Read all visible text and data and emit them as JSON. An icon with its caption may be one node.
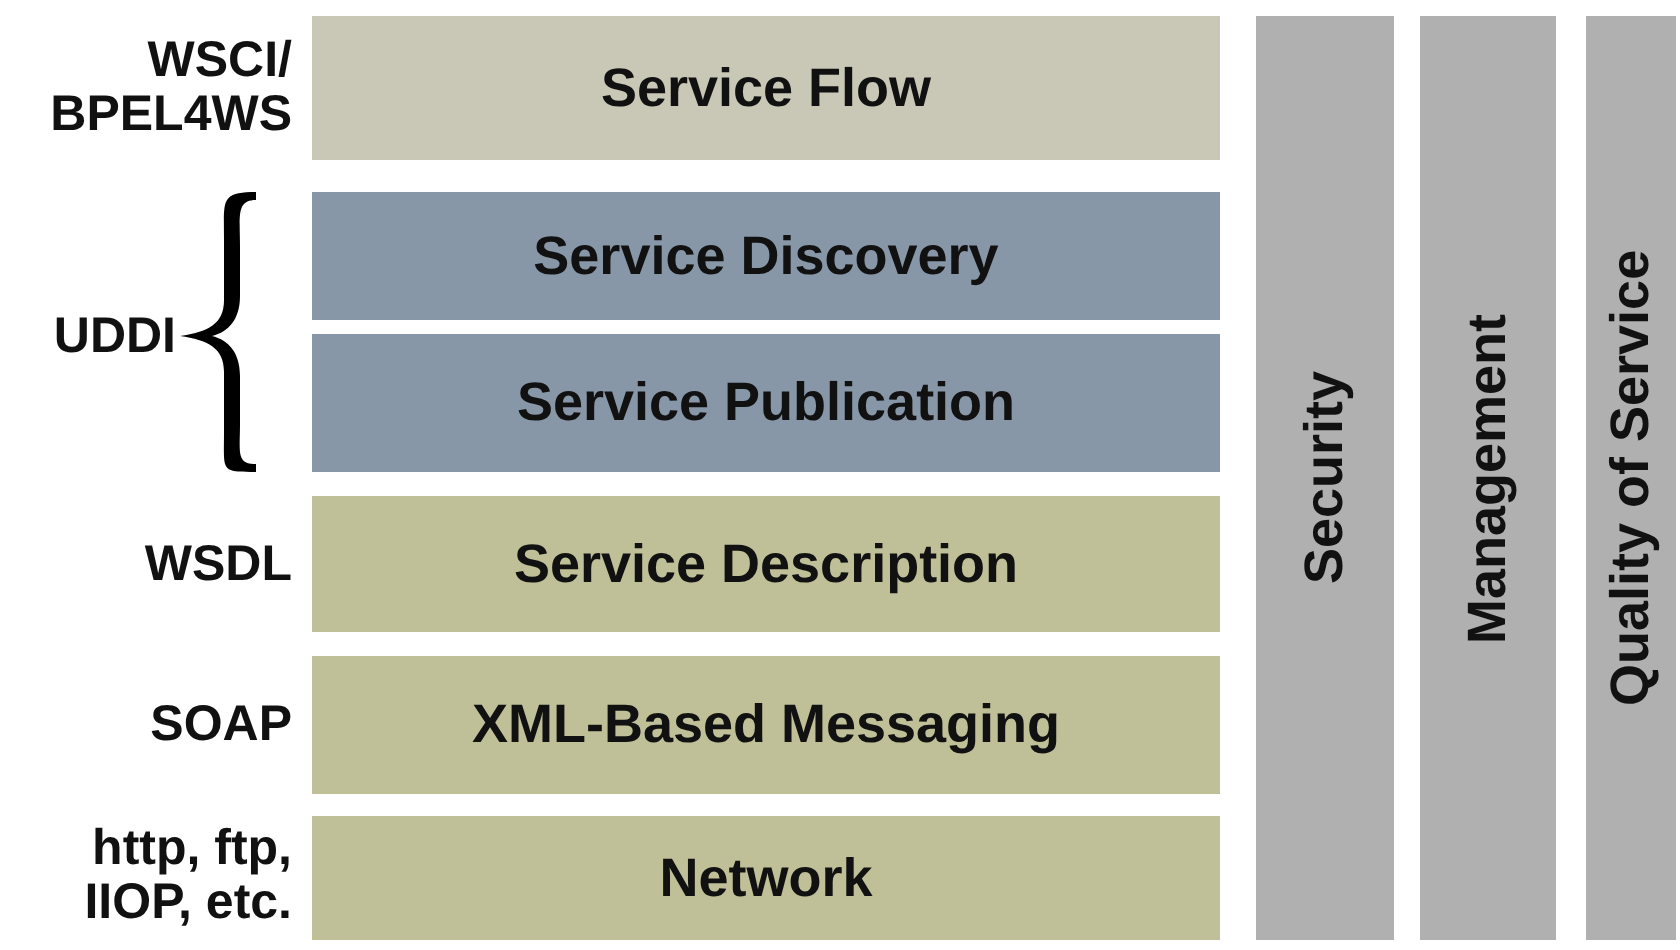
{
  "diagram": {
    "nodes": [
      {
        "text": [
          "Service Flow"
        ]
      },
      {
        "text": [
          "Service Discovery"
        ]
      },
      {
        "text": [
          "Service Publication"
        ]
      },
      {
        "text": [
          "Service Description"
        ]
      },
      {
        "text": [
          "XML-Based Messaging"
        ]
      },
      {
        "text": [
          "Network"
        ]
      },
      {
        "text": [
          "Security"
        ]
      },
      {
        "text": [
          "Management"
        ]
      },
      {
        "text": [
          "Quality of Service"
        ]
      }
    ],
    "edges": [],
    "labels": [
      "WSCI/ BPEL4WS",
      "UDDI",
      "WSDL",
      "SOAP",
      "http, ftp, IIOP, etc."
    ]
  }
}
